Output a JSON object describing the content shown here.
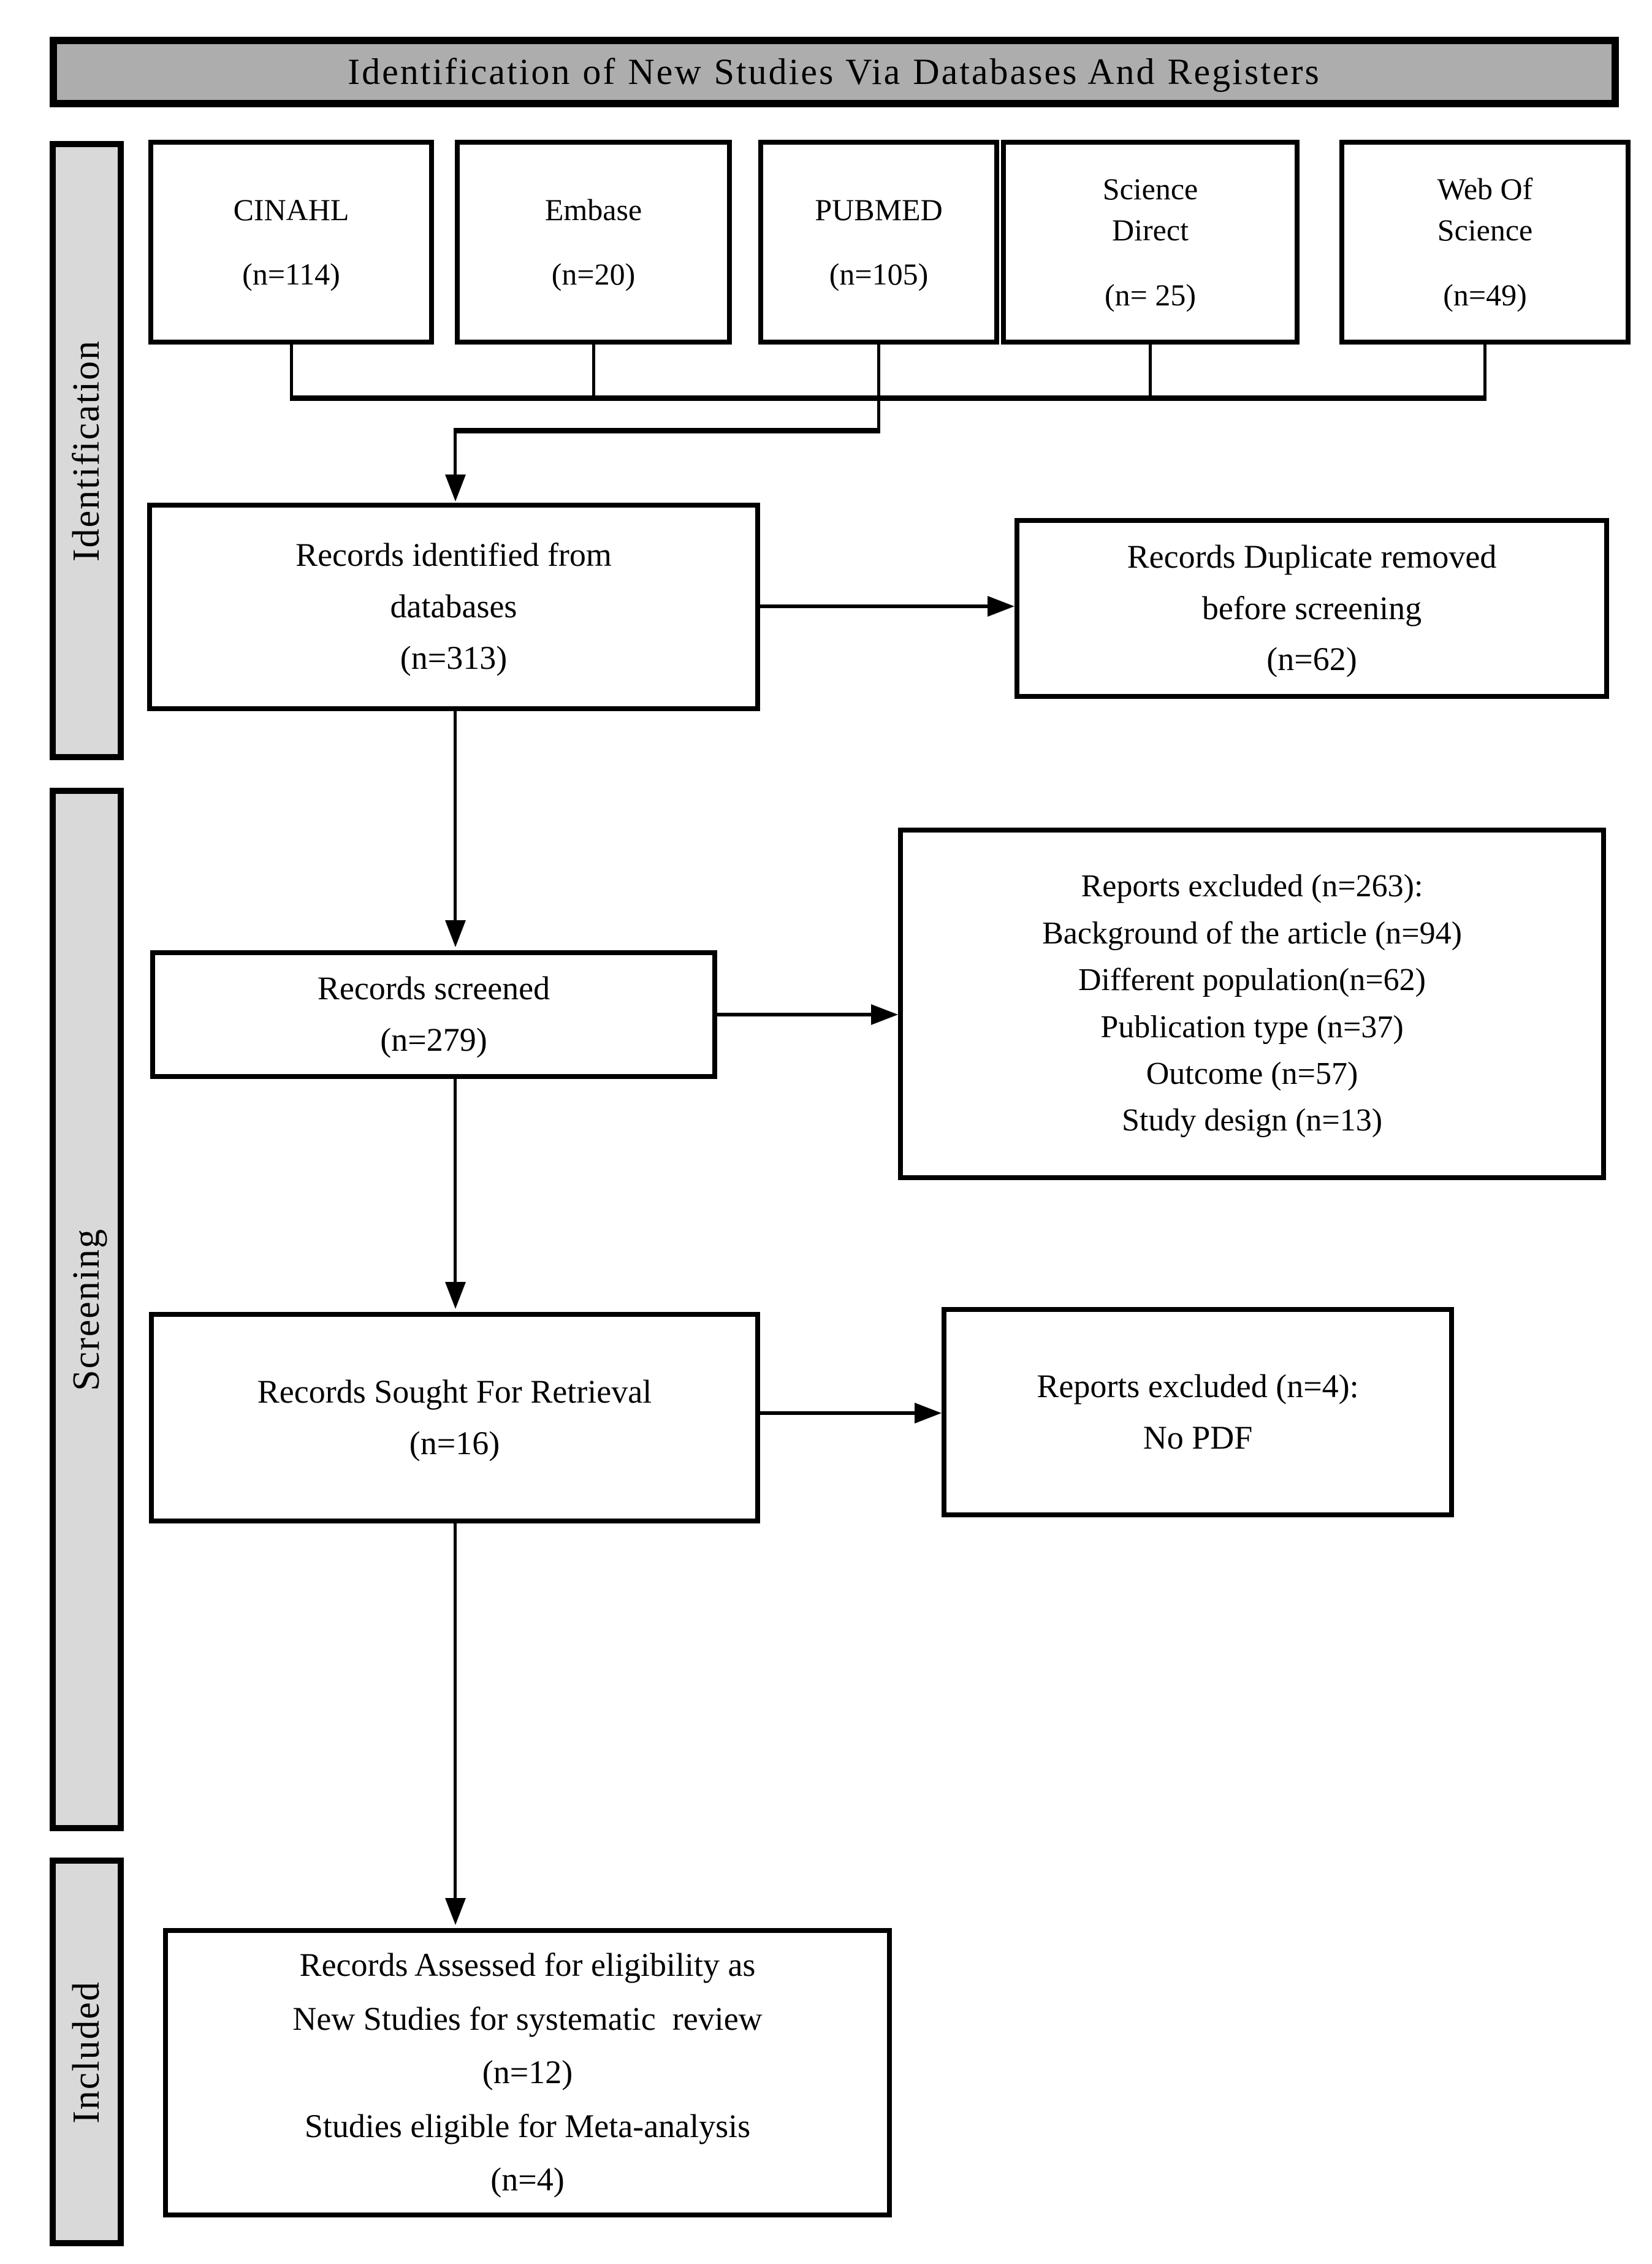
{
  "title": "Identification of New Studies Via Databases And Registers",
  "colors": {
    "title_bg": "#adadad",
    "sidebar_bg": "#d9d9d9",
    "line": "#000000",
    "box_bg": "#ffffff"
  },
  "sidebar": {
    "identification": "Identification",
    "screening": "Screening",
    "included": "Included"
  },
  "databases": [
    {
      "name": "CINAHL",
      "count": "(n=114)"
    },
    {
      "name": "Embase",
      "count": "(n=20)"
    },
    {
      "name": "PUBMED",
      "count": "(n=105)"
    },
    {
      "name": "Science Direct",
      "count": "(n= 25)"
    },
    {
      "name": "Web Of Science",
      "count": "(n=49)"
    }
  ],
  "boxes": {
    "records_identified": {
      "lines": [
        "Records identified from",
        "databases",
        "(n=313)"
      ]
    },
    "duplicates_removed": {
      "lines": [
        "Records Duplicate removed",
        "before screening",
        "(n=62)"
      ]
    },
    "records_screened": {
      "lines": [
        "Records screened",
        "(n=279)"
      ]
    },
    "reports_excluded": {
      "lines": [
        "Reports excluded (n=263):",
        "Background of the article (n=94)",
        "Different population(n=62)",
        "Publication type (n=37)",
        "Outcome (n=57)",
        "Study design (n=13)"
      ]
    },
    "records_sought": {
      "lines": [
        "Records Sought For Retrieval",
        "(n=16)"
      ]
    },
    "no_pdf": {
      "lines": [
        "Reports excluded (n=4):",
        "No PDF"
      ]
    },
    "records_assessed": {
      "lines": [
        "Records Assessed for eligibility as",
        "New Studies for systematic  review",
        "(n=12)",
        "Studies eligible for Meta-analysis",
        "(n=4)"
      ]
    }
  }
}
